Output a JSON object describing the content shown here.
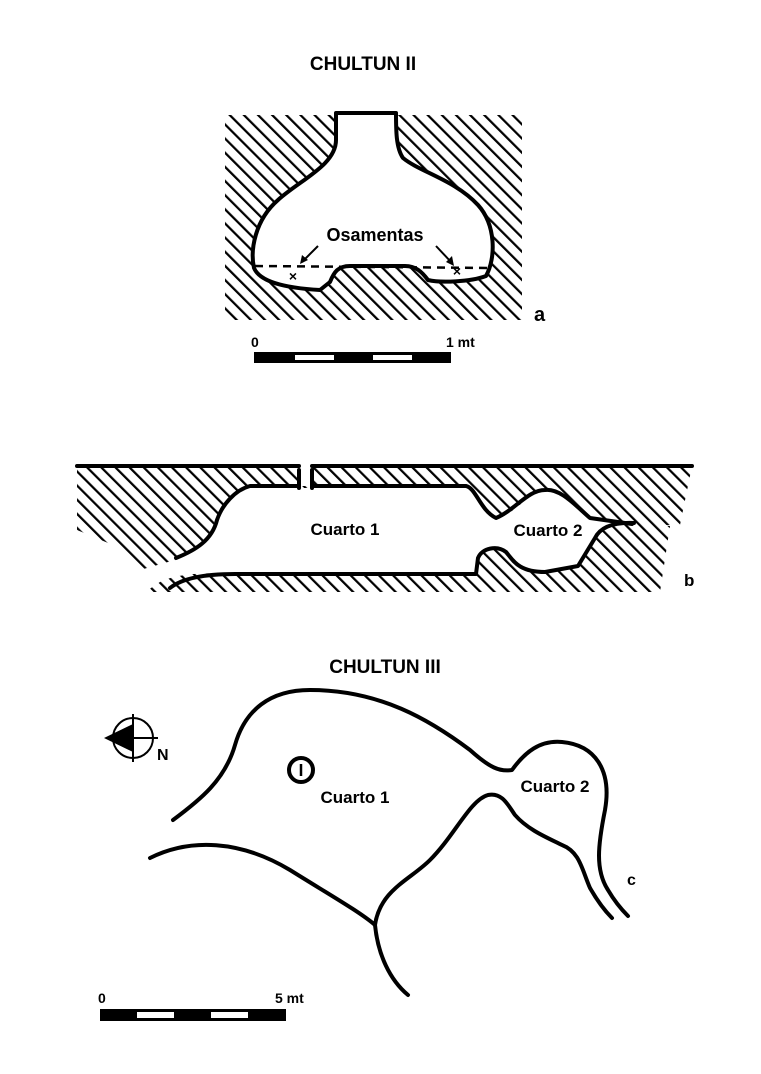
{
  "sections": {
    "chultun_ii": {
      "title": "CHULTUN II",
      "label_bones": "Osamentas",
      "panel_a": "a",
      "scale_start": "0",
      "scale_end": "1 mt"
    },
    "profile": {
      "room1": "Cuarto 1",
      "room2": "Cuarto 2",
      "panel_b": "b"
    },
    "chultun_iii": {
      "title": "CHULTUN III",
      "room1": "Cuarto 1",
      "room2": "Cuarto 2",
      "panel_c": "c",
      "north": "N",
      "scale_start": "0",
      "scale_end": "5 mt"
    }
  },
  "colors": {
    "ink": "#000000",
    "paper": "#ffffff"
  }
}
